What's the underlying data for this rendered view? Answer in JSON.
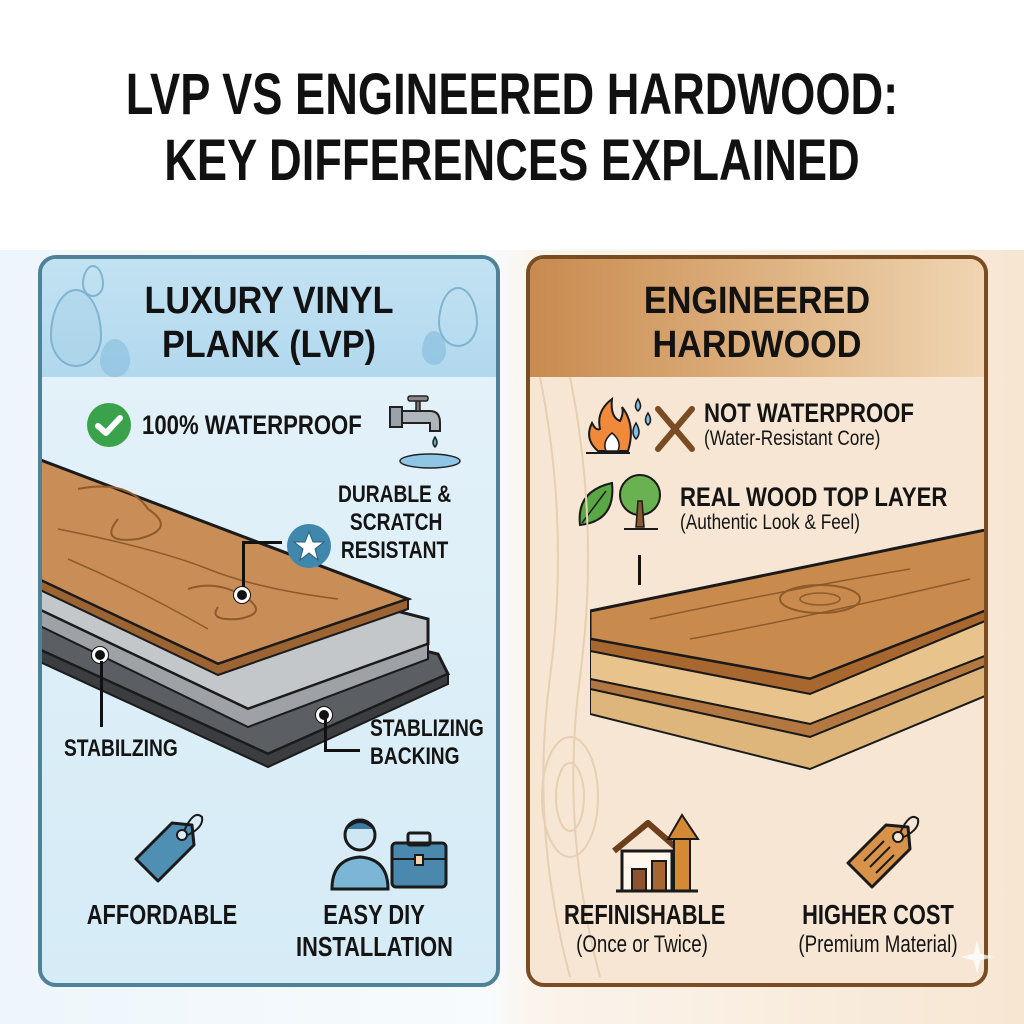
{
  "title": {
    "line1": "LVP VS ENGINEERED HARDWOOD:",
    "line2": "KEY DIFFERENCES EXPLAINED"
  },
  "colors": {
    "lvp_border": "#4f8198",
    "lvp_header": "#b8dbef",
    "lvp_body": "#dcedf7",
    "lvp_icon_blue": "#3f87ac",
    "check_green": "#3aa24a",
    "ehw_border": "#7a4c23",
    "ehw_header": "#d49a5e",
    "ehw_body": "#f6e6d3",
    "plank_wood": "#c78b52",
    "x_brown": "#7a4c23"
  },
  "lvp": {
    "title_line1": "LUXURY VINYL",
    "title_line2": "PLANK (LVP)",
    "features": [
      {
        "icon": "check-circle-icon",
        "label": "100% WATERPROOF",
        "extra_icon": "faucet-icon"
      },
      {
        "icon": "star-badge-icon",
        "label_lines": [
          "DURABLE &",
          "SCRATCH",
          "RESISTANT"
        ]
      }
    ],
    "layer_labels": {
      "left": "STABILZING",
      "right_line1": "STABLIZING",
      "right_line2": "BACKING"
    },
    "bottom": [
      {
        "icon": "price-tag-icon",
        "label": "AFFORDABLE"
      },
      {
        "icon": "person-toolbox-icon",
        "label_line1": "EASY DIY",
        "label_line2": "INSTALLATION"
      }
    ]
  },
  "ehw": {
    "title_line1": "ENGINEERED",
    "title_line2": "HARDWOOD",
    "features": [
      {
        "icon": "fire-water-x-icon",
        "label": "NOT WATERPROOF",
        "sub": "(Water-Resistant Core)"
      },
      {
        "icon": "leaf-tree-icon",
        "label": "REAL WOOD TOP LAYER",
        "sub": "(Authentic Look & Feel)"
      }
    ],
    "bottom": [
      {
        "icon": "house-growth-icon",
        "label": "REFINISHABLE",
        "sub": "(Once or Twice)"
      },
      {
        "icon": "price-tag-lined-icon",
        "label": "HIGHER COST",
        "sub": "(Premium Material)"
      }
    ]
  }
}
